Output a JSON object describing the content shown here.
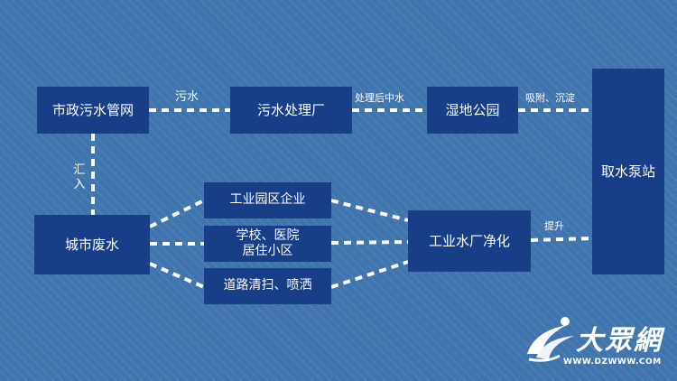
{
  "nodes": {
    "municipal_pipe": "市政污水管网",
    "sewage_plant": "污水处理厂",
    "wetland": "湿地公园",
    "pump_station": "取水泵站",
    "city_wastewater": "城市废水",
    "industrial_park": "工业园区企业",
    "schools_hospitals": "学校、医院\n居住小区",
    "road_cleaning": "道路清扫、喷洒",
    "industrial_water_plant": "工业水厂净化"
  },
  "edges": {
    "sewage": "污水",
    "treated": "处理后中水",
    "adsorb": "吸附、沉淀",
    "inflow": "汇入",
    "lift": "提升"
  },
  "watermark": {
    "brand": "大眾網",
    "url": "WWW.DZWWW.COM"
  }
}
